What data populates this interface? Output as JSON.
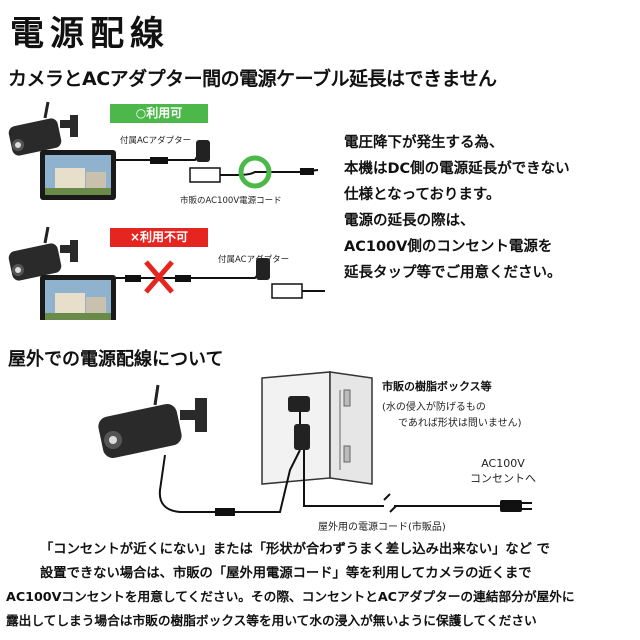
{
  "title": "電源配線",
  "subtitle_extension": "カメラとACアダプター間の電源ケーブル延長はできません",
  "badge_ok": "○利用可",
  "badge_ng": "×利用不可",
  "adapter_label_1": "付属ACアダプター",
  "adapter_label_2": "付属ACアダプター",
  "cord_label_1": "市販のAC100V電源コード",
  "explanation": [
    "電圧降下が発生する為、",
    "本機はDC側の電源延長ができない",
    "仕様となっております。",
    " 電源の延長の際は、",
    "AC100V側のコンセント電源を",
    "延長タップ等でご用意ください。"
  ],
  "subtitle_outdoor": "屋外での電源配線について",
  "resin_box_label": "市販の樹脂ボックス等",
  "resin_box_note": [
    "(水の侵入が防げるもの",
    "であれば形状は問いません)"
  ],
  "ac_outlet_label": [
    "AC100V",
    "コンセントへ"
  ],
  "outdoor_cord_label": "屋外用の電源コード(市販品)",
  "bottom_text": [
    "「コンセントが近くにない」または「形状が合わずうまく差し込み出来ない」など で",
    "設置できない場合は、市販の「屋外用電源コード」等を利用してカメラの近くまで",
    "AC100Vコンセントを用意してください。その際、コンセントとACアダプターの連結部分が屋外に",
    "露出してしまう場合は市販の樹脂ボックス等を用いて水の浸入が無いように保護してください"
  ],
  "colors": {
    "ok": "#4cb849",
    "ng": "#e52620",
    "text": "#111111"
  }
}
